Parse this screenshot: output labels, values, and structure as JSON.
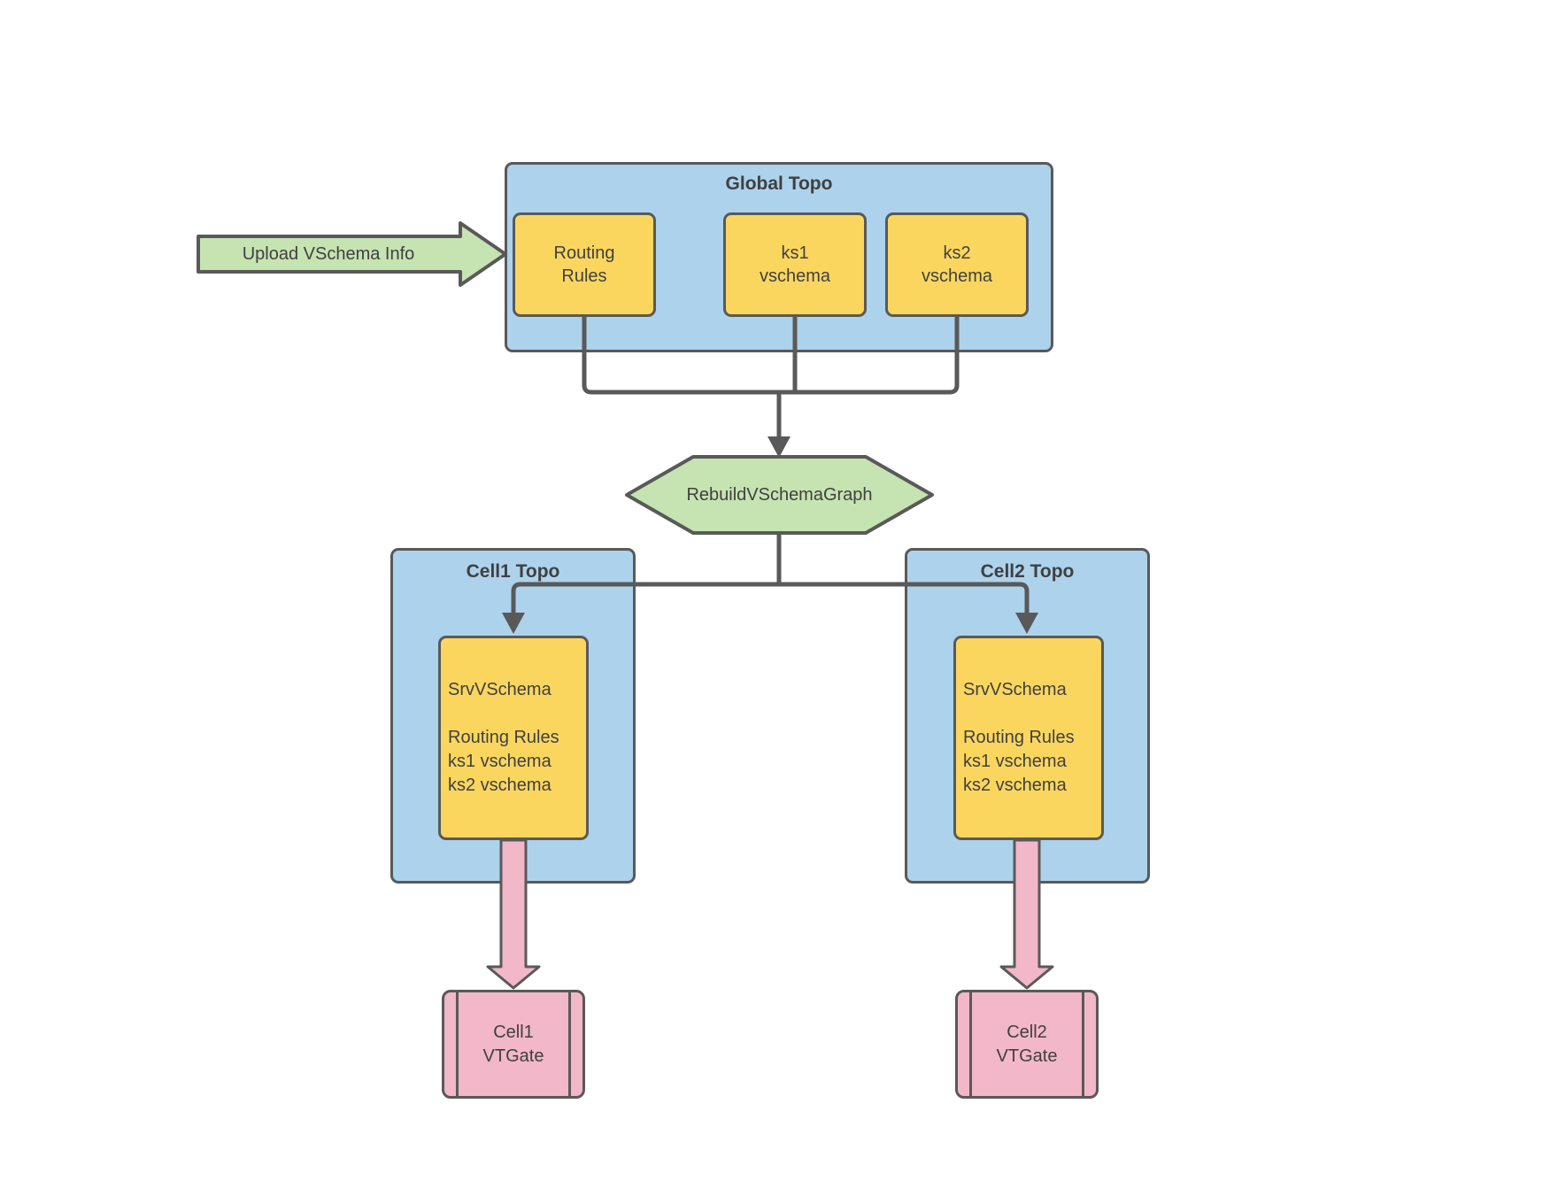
{
  "colors": {
    "blue_fill": "#ADD2EC",
    "yellow_fill": "#FBD65F",
    "green_fill": "#C6E3B2",
    "pink_fill": "#F2B7C9",
    "line_gray": "#595959",
    "text_dark": "#404040",
    "background": "#FFFFFF"
  },
  "upload_arrow": {
    "label": "Upload VSchema Info"
  },
  "global_topo": {
    "title": "Global Topo",
    "boxes": [
      {
        "line1": "Routing",
        "line2": "Rules"
      },
      {
        "line1": "ks1",
        "line2": "vschema"
      },
      {
        "line1": "ks2",
        "line2": "vschema"
      }
    ]
  },
  "rebuild_step": {
    "label": "RebuildVSchemaGraph"
  },
  "cells": [
    {
      "title": "Cell1 Topo",
      "srv_box": {
        "heading": "SrvVSchema",
        "items": [
          "Routing Rules",
          "ks1 vschema",
          "ks2 vschema"
        ]
      },
      "vtgate": {
        "line1": "Cell1",
        "line2": "VTGate"
      }
    },
    {
      "title": "Cell2 Topo",
      "srv_box": {
        "heading": "SrvVSchema",
        "items": [
          "Routing Rules",
          "ks1 vschema",
          "ks2 vschema"
        ]
      },
      "vtgate": {
        "line1": "Cell2",
        "line2": "VTGate"
      }
    }
  ]
}
